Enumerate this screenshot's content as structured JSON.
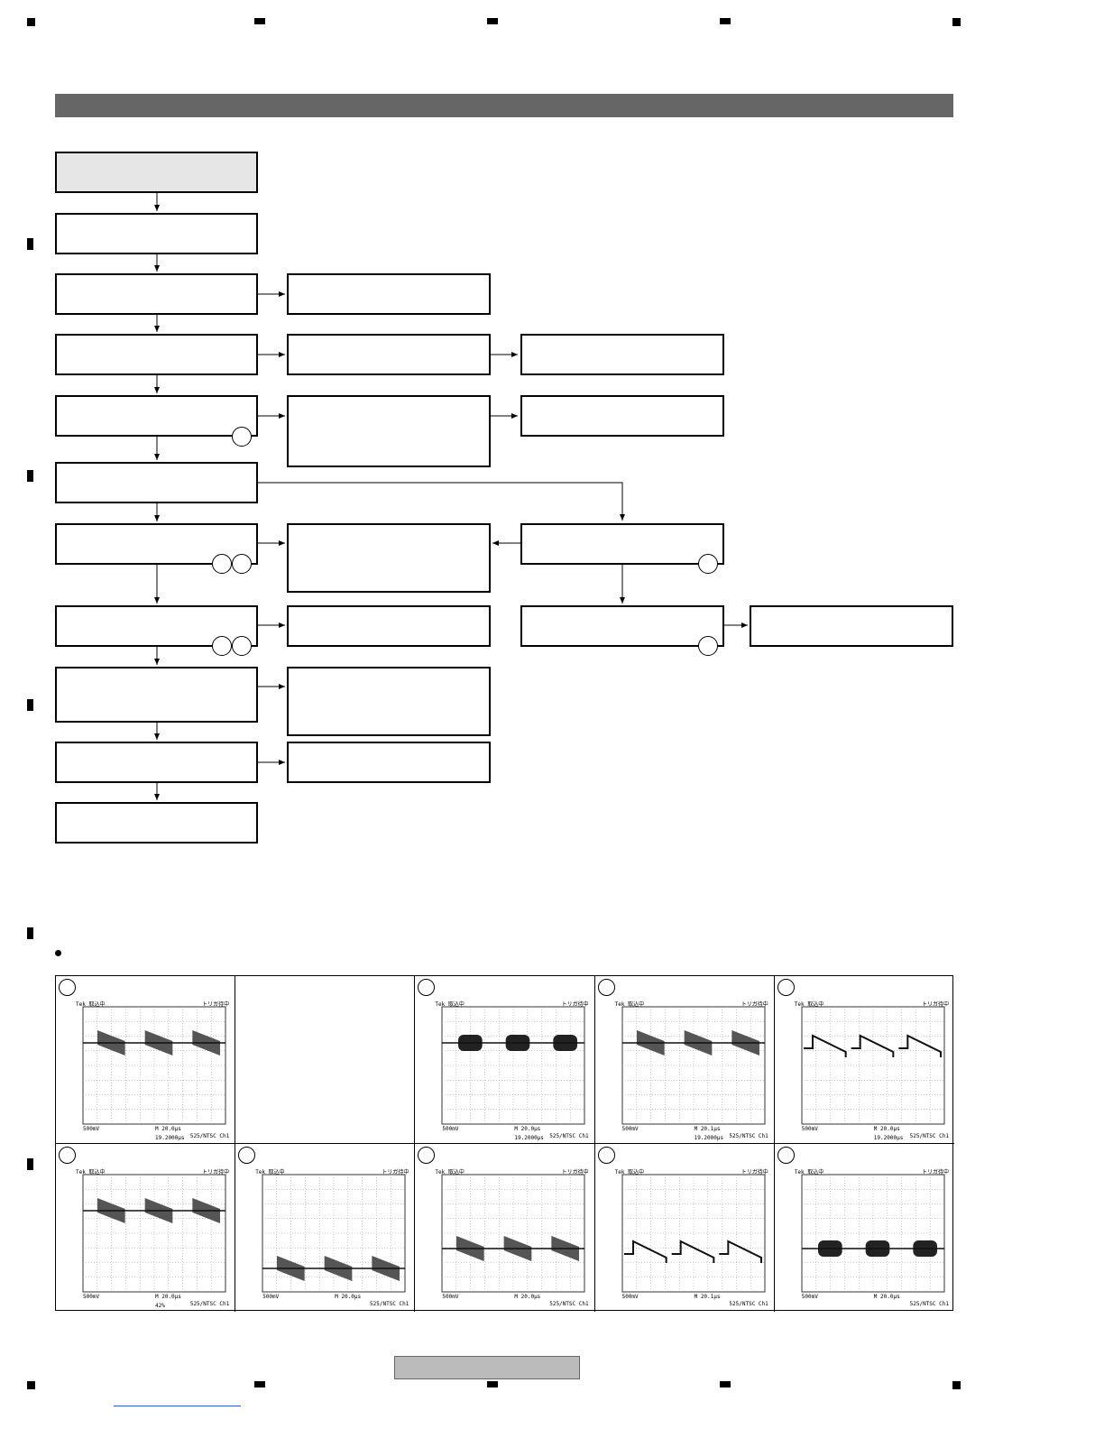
{
  "page": {
    "section_title": "",
    "bullet_text": "",
    "footer_label": ""
  },
  "flowchart": {
    "nodes": [
      {
        "id": "n1",
        "label": "",
        "shaded": true
      },
      {
        "id": "n2",
        "label": ""
      },
      {
        "id": "n3",
        "label": ""
      },
      {
        "id": "n4",
        "label": ""
      },
      {
        "id": "n5",
        "label": ""
      },
      {
        "id": "n6",
        "label": ""
      },
      {
        "id": "n7",
        "label": ""
      },
      {
        "id": "n8",
        "label": ""
      },
      {
        "id": "n9",
        "label": ""
      },
      {
        "id": "n10",
        "label": ""
      },
      {
        "id": "n11",
        "label": ""
      },
      {
        "id": "m3",
        "label": ""
      },
      {
        "id": "m4",
        "label": ""
      },
      {
        "id": "m5",
        "label": ""
      },
      {
        "id": "m7",
        "label": ""
      },
      {
        "id": "m8",
        "label": ""
      },
      {
        "id": "m9",
        "label": ""
      },
      {
        "id": "m10",
        "label": ""
      },
      {
        "id": "r4",
        "label": ""
      },
      {
        "id": "r5",
        "label": ""
      },
      {
        "id": "r7",
        "label": ""
      },
      {
        "id": "r8",
        "label": ""
      },
      {
        "id": "far8",
        "label": ""
      }
    ]
  },
  "waveforms": {
    "scope_header": "Tek 取込中",
    "trigger_label": "トリガ待中",
    "cells": [
      {
        "row": 0,
        "col": 0,
        "show": true,
        "wave": "burst-ramp",
        "bottom_left": "500mV",
        "bottom_mid": "M 20.0μs",
        "bottom_right": "525/NTSC  Ch1",
        "extra": "19.2000μs"
      },
      {
        "row": 0,
        "col": 1,
        "show": false
      },
      {
        "row": 0,
        "col": 2,
        "show": true,
        "wave": "burst-flat",
        "bottom_left": "500mV",
        "bottom_mid": "M 20.0μs",
        "bottom_right": "525/NTSC  Ch1",
        "extra": "19.2000μs"
      },
      {
        "row": 0,
        "col": 3,
        "show": true,
        "wave": "burst-ramp",
        "bottom_left": "500mV",
        "bottom_mid": "M 20.1μs",
        "bottom_right": "525/NTSC  Ch1",
        "extra": "19.2000μs"
      },
      {
        "row": 0,
        "col": 4,
        "show": true,
        "wave": "saw",
        "bottom_left": "500mV",
        "bottom_mid": "M 20.0μs",
        "bottom_right": "525/NTSC  Ch1",
        "extra": "19.2000μs"
      },
      {
        "row": 1,
        "col": 0,
        "show": true,
        "wave": "burst-ramp",
        "bottom_left": "500mV",
        "bottom_mid": "M 20.0μs",
        "bottom_right": "525/NTSC  Ch1",
        "extra": "42%"
      },
      {
        "row": 1,
        "col": 1,
        "show": true,
        "wave": "burst-ramp-low",
        "bottom_left": "500mV",
        "bottom_mid": "M 20.0μs",
        "bottom_right": "525/NTSC  Ch1",
        "extra": ""
      },
      {
        "row": 1,
        "col": 2,
        "show": true,
        "wave": "burst-ramp-mid",
        "bottom_left": "500mV",
        "bottom_mid": "M 20.0μs",
        "bottom_right": "525/NTSC  Ch1",
        "extra": ""
      },
      {
        "row": 1,
        "col": 3,
        "show": true,
        "wave": "saw-mid",
        "bottom_left": "500mV",
        "bottom_mid": "M 20.1μs",
        "bottom_right": "525/NTSC  Ch1",
        "extra": ""
      },
      {
        "row": 1,
        "col": 4,
        "show": true,
        "wave": "burst-flat-mid",
        "bottom_left": "500mV",
        "bottom_mid": "M 20.0μs",
        "bottom_right": "525/NTSC  Ch1",
        "extra": ""
      }
    ]
  }
}
